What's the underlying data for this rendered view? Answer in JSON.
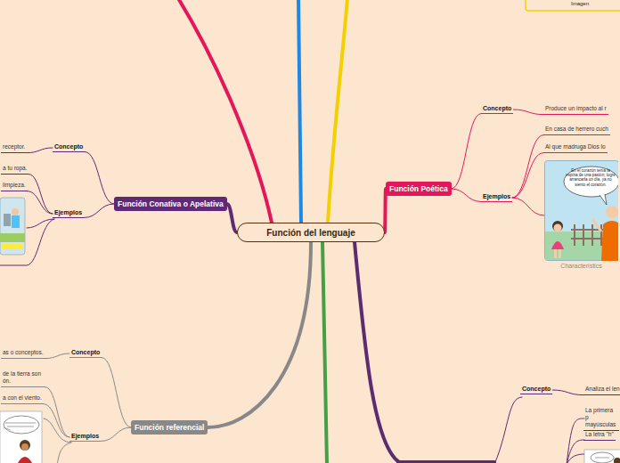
{
  "diagram": {
    "nodes": [
      {
        "text": [
          "Función del lenguaje"
        ]
      },
      {
        "text": [
          "Función Poética"
        ]
      },
      {
        "text": [
          "Concepto"
        ]
      },
      {
        "text": [
          "Produce un impacto al r"
        ]
      },
      {
        "text": [
          "Ejemplos"
        ]
      },
      {
        "text": [
          "En casa de herrero cuch"
        ]
      },
      {
        "text": [
          "Al que madruga Dios lo"
        ]
      },
      {
        "text": [
          "Characteristics"
        ]
      },
      {
        "text": [
          "Función Conativa o Apelativa"
        ]
      },
      {
        "text": [
          "Concepto"
        ]
      },
      {
        "text": [
          "receptor."
        ]
      },
      {
        "text": [
          "Ejemplos"
        ]
      },
      {
        "text": [
          "a tu ropa."
        ]
      },
      {
        "text": [
          "limpieza."
        ]
      },
      {
        "text": [
          "Función referencial"
        ]
      },
      {
        "text": [
          "Concepto"
        ]
      },
      {
        "text": [
          "as o conceptos."
        ]
      },
      {
        "text": [
          "Ejemplos"
        ]
      },
      {
        "text": [
          "de la tierra son ón."
        ]
      },
      {
        "text": [
          "a con el viento."
        ]
      },
      {
        "text": [
          "Concepto"
        ]
      },
      {
        "text": [
          "Analiza el len"
        ]
      },
      {
        "text": [
          "La primera p mayúsculas"
        ]
      },
      {
        "text": [
          "La letra \"h\""
        ]
      }
    ],
    "edges": [
      {
        "from": 0,
        "to": 1,
        "arrow": "none"
      },
      {
        "from": 0,
        "to": 8,
        "arrow": "none"
      },
      {
        "from": 0,
        "to": 14,
        "arrow": "none"
      },
      {
        "from": 1,
        "to": 2,
        "arrow": "none"
      },
      {
        "from": 1,
        "to": 4,
        "arrow": "none"
      },
      {
        "from": 2,
        "to": 3,
        "arrow": "none"
      },
      {
        "from": 4,
        "to": 5,
        "arrow": "none"
      },
      {
        "from": 4,
        "to": 6,
        "arrow": "none"
      },
      {
        "from": 4,
        "to": 7,
        "arrow": "none"
      },
      {
        "from": 8,
        "to": 9,
        "arrow": "none"
      },
      {
        "from": 8,
        "to": 11,
        "arrow": "none"
      },
      {
        "from": 9,
        "to": 10,
        "arrow": "none"
      },
      {
        "from": 11,
        "to": 12,
        "arrow": "none"
      },
      {
        "from": 11,
        "to": 13,
        "arrow": "none"
      },
      {
        "from": 14,
        "to": 15,
        "arrow": "none"
      },
      {
        "from": 14,
        "to": 17,
        "arrow": "none"
      },
      {
        "from": 15,
        "to": 16,
        "arrow": "none"
      },
      {
        "from": 17,
        "to": 18,
        "arrow": "none"
      },
      {
        "from": 17,
        "to": 19,
        "arrow": "none"
      },
      {
        "from": 20,
        "to": 21,
        "arrow": "none"
      }
    ],
    "labels": [
      "Imagen",
      "En el corazón tenía la espina de una pasión; logré arrancarla un día, ya no siento el corazón."
    ]
  }
}
